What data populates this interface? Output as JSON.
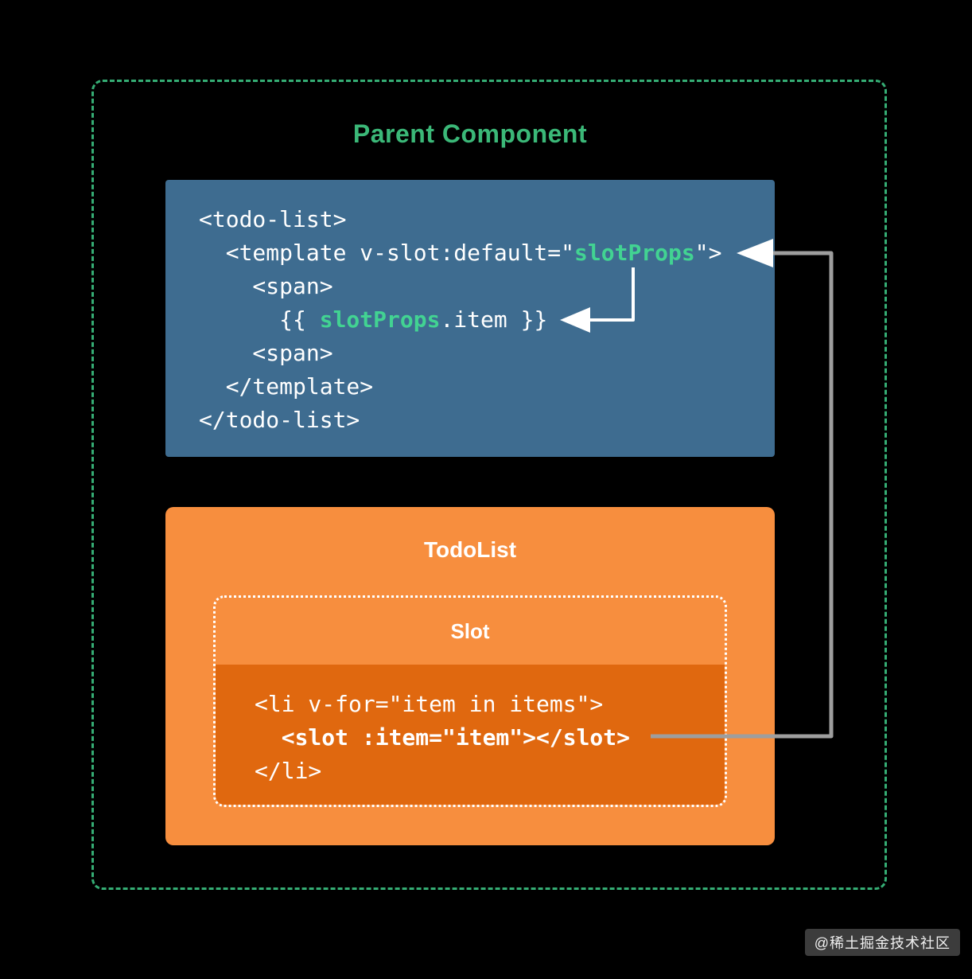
{
  "parent": {
    "title": "Parent Component",
    "code": {
      "l1": "<todo-list>",
      "l2_pre": "  <template v-slot:default=\"",
      "l2_hl": "slotProps",
      "l2_post": "\">",
      "l3": "    <span>",
      "l4_pre": "      {{ ",
      "l4_hl": "slotProps",
      "l4_post": ".item }}",
      "l5": "    <span>",
      "l6": "  </template>",
      "l7": "</todo-list>"
    }
  },
  "todolist": {
    "title": "TodoList",
    "slot_label": "Slot",
    "code": {
      "l1": "<li v-for=\"item in items\">",
      "l2": "  <slot :item=\"item\"></slot>",
      "l3": "</li>"
    }
  },
  "watermark": "@稀土掘金技术社区",
  "colors": {
    "background": "#000000",
    "border_green": "#35ad74",
    "title_green": "#3bb878",
    "highlight_green": "#42d392",
    "parent_box_blue": "#3e6c90",
    "todolist_orange": "#f78e3e",
    "slot_code_orange": "#e0680f",
    "connector_gray": "#9e9e9e",
    "arrow_white": "#ffffff"
  }
}
